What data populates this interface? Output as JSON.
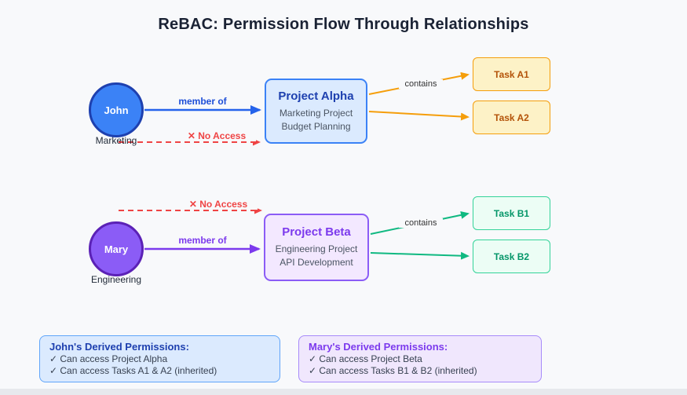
{
  "title": "ReBAC: Permission Flow Through Relationships",
  "actors": {
    "john": {
      "name": "John",
      "department": "Marketing"
    },
    "mary": {
      "name": "Mary",
      "department": "Engineering"
    }
  },
  "projects": {
    "alpha": {
      "name": "Project Alpha",
      "desc1": "Marketing Project",
      "desc2": "Budget Planning"
    },
    "beta": {
      "name": "Project Beta",
      "desc1": "Engineering Project",
      "desc2": "API Development"
    }
  },
  "tasks": {
    "a1": "Task A1",
    "a2": "Task A2",
    "b1": "Task B1",
    "b2": "Task B2"
  },
  "edges": {
    "member_of": "member of",
    "contains": "contains",
    "no_access": "✕ No Access"
  },
  "permission_boxes": {
    "john": {
      "title": "John's Derived Permissions:",
      "items": [
        "✓ Can access Project Alpha",
        "✓ Can access Tasks A1 & A2 (inherited)"
      ]
    },
    "mary": {
      "title": "Mary's Derived Permissions:",
      "items": [
        "✓ Can access Project Beta",
        "✓ Can access Tasks B1 & B2 (inherited)"
      ]
    }
  },
  "colors": {
    "blue_accent": "#2563eb",
    "blue_dark": "#1e40af",
    "blue_fill": "#dbeafe",
    "purple_accent": "#7c3aed",
    "purple_fill": "#f3e8ff",
    "orange_accent": "#f59e0b",
    "orange_fill": "#fdf2c7",
    "green_accent": "#10b981",
    "green_fill": "#ecfdf5",
    "red_no_access": "#ef4444"
  }
}
